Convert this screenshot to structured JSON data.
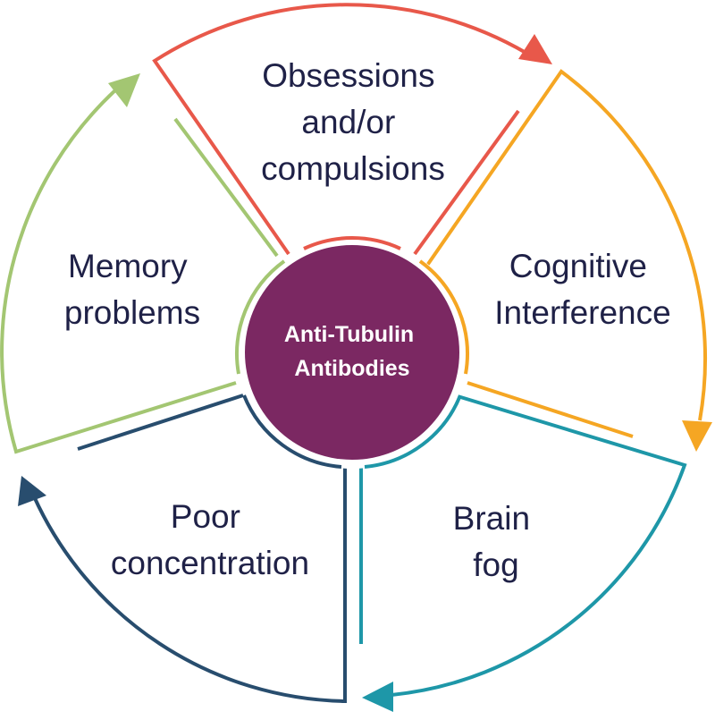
{
  "diagram": {
    "hub": {
      "lines": [
        "Anti-Tubulin",
        "Antibodies"
      ],
      "color": "#7b2862"
    },
    "segments": [
      {
        "id": "obsessions",
        "lines": [
          "Obsessions",
          "and/or",
          "compulsions"
        ],
        "color": "#e8584a"
      },
      {
        "id": "cognitive",
        "lines": [
          "Cognitive",
          "Interference"
        ],
        "color": "#f5a623"
      },
      {
        "id": "brain-fog",
        "lines": [
          "Brain",
          "fog"
        ],
        "color": "#1e97a8"
      },
      {
        "id": "poor-concentration",
        "lines": [
          "Poor",
          "concentration"
        ],
        "color": "#284d6e"
      },
      {
        "id": "memory",
        "lines": [
          "Memory",
          "problems"
        ],
        "color": "#a3c672"
      }
    ]
  }
}
